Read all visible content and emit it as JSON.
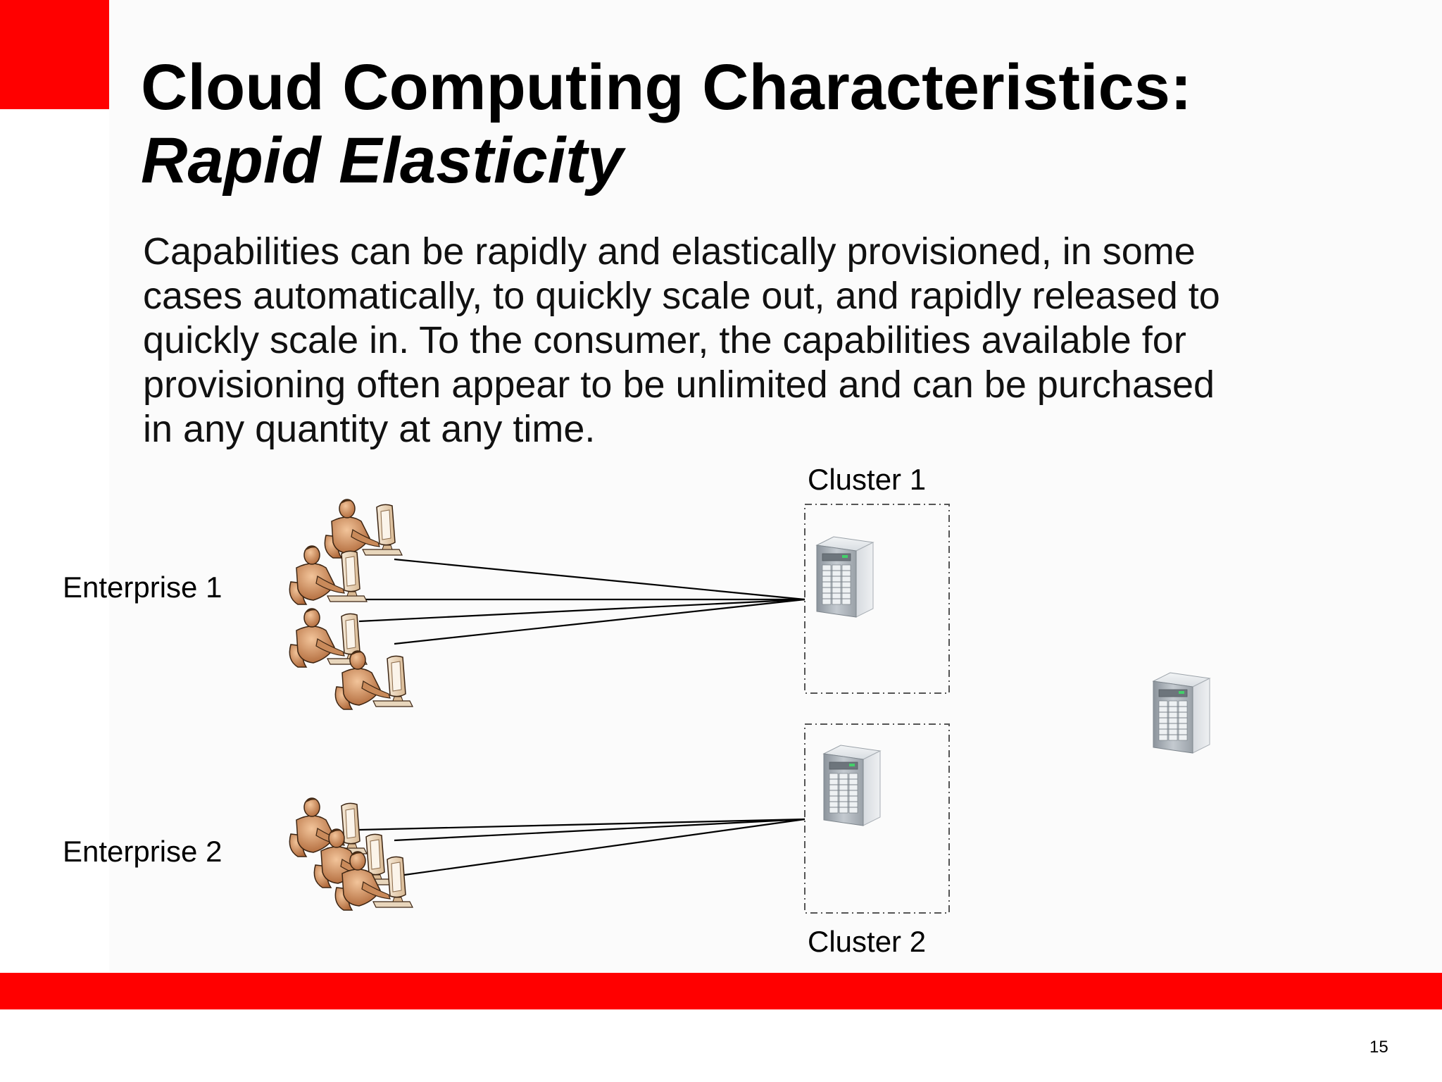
{
  "slide": {
    "title_line1": "Cloud Computing Characteristics:",
    "title_line2": "Rapid Elasticity",
    "body_lines": [
      "Capabilities can be rapidly and elastically provisioned, in some",
      "cases automatically, to quickly scale out, and rapidly released to",
      "quickly scale in. To the consumer, the capabilities available for",
      "provisioning often appear to be unlimited and can be purchased",
      "in any quantity at any time."
    ],
    "page_number": "15"
  },
  "diagram": {
    "enterprises": [
      "Enterprise 1",
      "Enterprise 2"
    ],
    "clusters": [
      "Cluster 1",
      "Cluster 2"
    ]
  },
  "colors": {
    "accent": "#ff0000",
    "text": "#000000",
    "person_skin": "#c98a5a",
    "server_body": "#b8bec4"
  },
  "icons": [
    "person-at-computer-icon",
    "server-icon"
  ]
}
